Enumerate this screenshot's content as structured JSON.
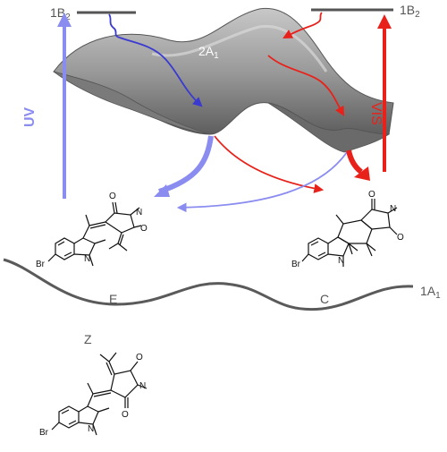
{
  "labels": {
    "level_1b2_left": "1B",
    "level_1b2_left_sub": "2",
    "level_1b2_right": "1B",
    "level_1b2_right_sub": "2",
    "surface_2a1": "2A",
    "surface_2a1_sub": "1",
    "ground_1a1": "1A",
    "ground_1a1_sub": "1",
    "uv": "UV",
    "vis": "VIS",
    "isomer_e": "E",
    "isomer_c": "C",
    "isomer_z": "Z"
  },
  "atoms": {
    "br": "Br",
    "n": "N",
    "o": "O"
  },
  "colors": {
    "uv_arrow": "#8a8cf0",
    "uv_path": "#3a3ad0",
    "vis_arrow": "#e8221a",
    "surface": "#9a9a9a",
    "surface_dark": "#6e6e6e",
    "ground_curve": "#5a5a5a",
    "level_line": "#555555",
    "text": "#555555"
  }
}
